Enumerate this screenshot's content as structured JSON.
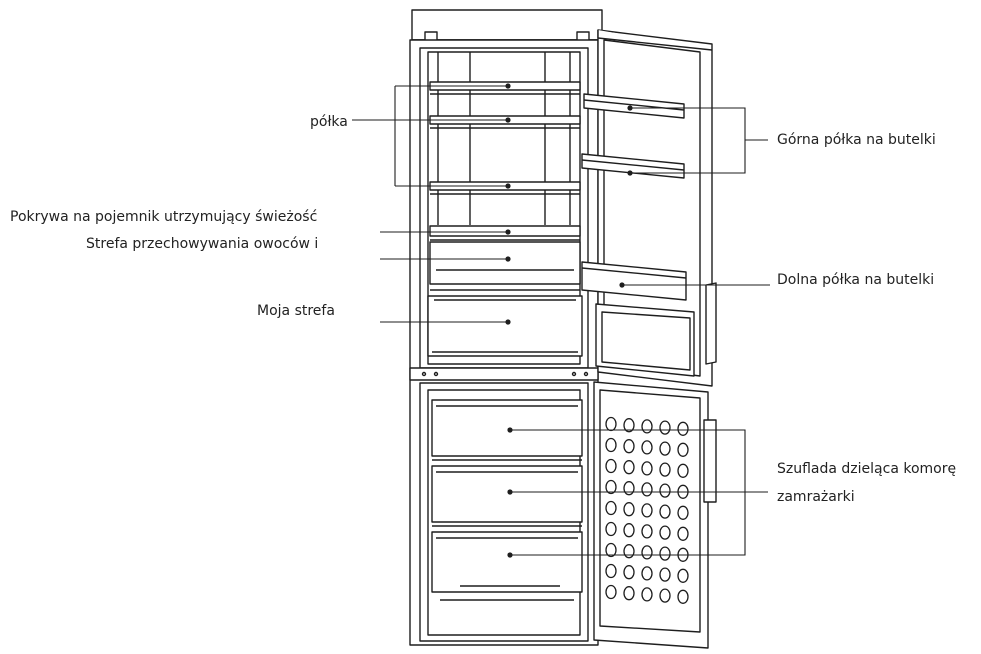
{
  "labels": {
    "shelf": "półka",
    "crisper_cover": "Pokrywa na pojemnik utrzymujący świeżość",
    "fruit_zone": "Strefa przechowywania owoców i",
    "my_zone": "Moja strefa",
    "upper_bottle_shelf": "Górna półka na butelki",
    "lower_bottle_shelf": "Dolna półka na butelki",
    "freezer_drawer_line1": "Szuflada dzieląca komorę",
    "freezer_drawer_line2": "zamrażarki"
  },
  "colors": {
    "line": "#1e1e1e",
    "fill": "#ffffff"
  }
}
